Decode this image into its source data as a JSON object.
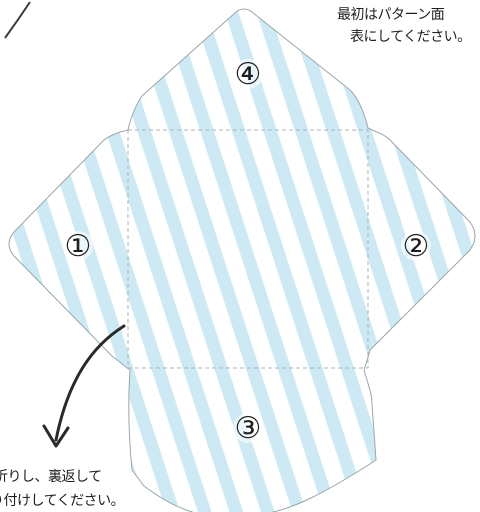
{
  "top_note": {
    "line1": "最初はパターン面",
    "line2": "表にしてください。"
  },
  "bottom_note": {
    "line1": "折りし、裏返して",
    "line2": "り付けしてください。"
  },
  "flaps": {
    "left": "①",
    "right": "②",
    "bottom": "③",
    "top": "④"
  },
  "colors": {
    "stripe": "#cde9f4",
    "paper": "#ffffff",
    "outline": "#7b8a90",
    "fold_line": "#a8b3b8",
    "text": "#1e1e1e"
  }
}
